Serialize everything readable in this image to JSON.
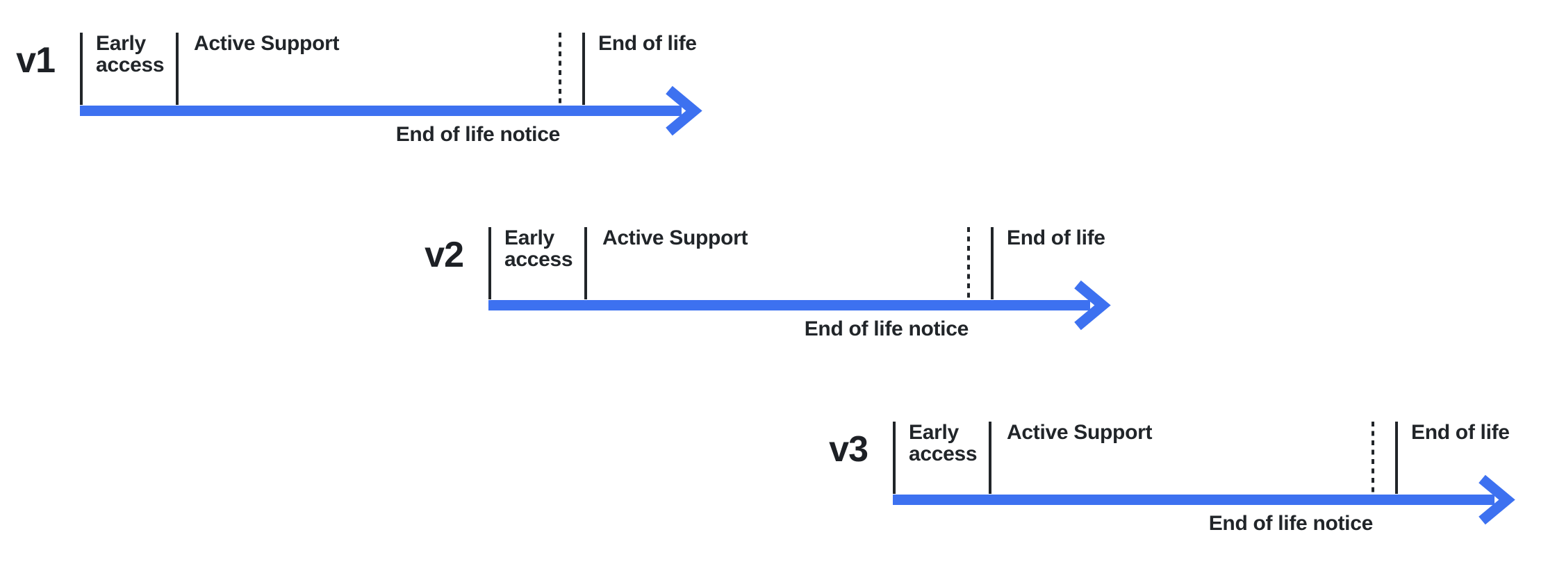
{
  "diagram": {
    "description": "Release lifecycle timelines for three product versions",
    "colors": {
      "arrow_blue": "#3D71F0",
      "ink": "#212529",
      "background": "#FFFFFF"
    },
    "rows": [
      {
        "version": "v1",
        "early_access": "Early\naccess",
        "active_support": "Active Support",
        "end_of_life": "End of life",
        "end_of_life_notice": "End of life notice"
      },
      {
        "version": "v2",
        "early_access": "Early\naccess",
        "active_support": "Active Support",
        "end_of_life": "End of life",
        "end_of_life_notice": "End of life notice"
      },
      {
        "version": "v3",
        "early_access": "Early\naccess",
        "active_support": "Active Support",
        "end_of_life": "End of life",
        "end_of_life_notice": "End of life notice"
      }
    ]
  }
}
